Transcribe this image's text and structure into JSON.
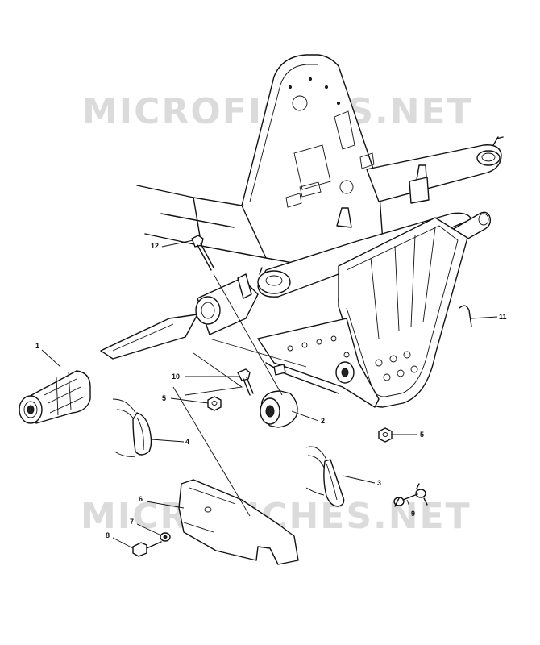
{
  "watermark": {
    "top_text": "MICROFICHES.NET",
    "bottom_text": "MICROFICHES.NET"
  },
  "callouts": {
    "c1": "1",
    "c2": "2",
    "c3": "3",
    "c4": "4",
    "c5a": "5",
    "c5b": "5",
    "c6": "6",
    "c7": "7",
    "c8": "8",
    "c9": "9",
    "c10": "10",
    "c11": "11",
    "c12": "12"
  }
}
